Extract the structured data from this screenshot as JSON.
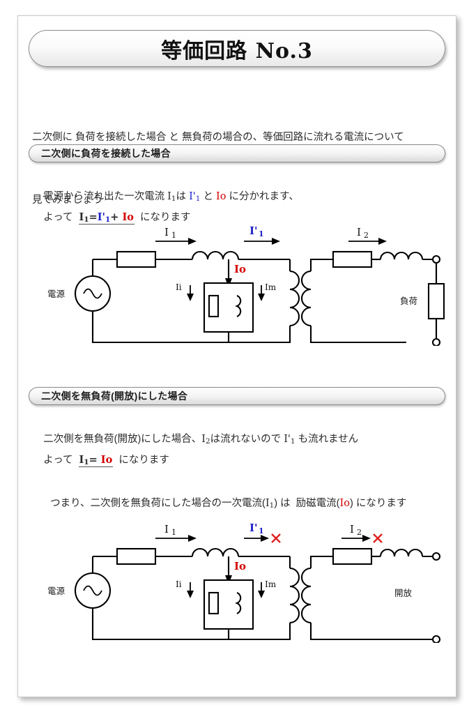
{
  "page": {
    "title": "等価回路 No.3",
    "intro_line1": "二次側に 負荷を接続した場合 と 無負荷の場合の、等価回路に流れる電流について",
    "intro_line2": "見てみましょう"
  },
  "section1": {
    "heading": "二次側に負荷を接続した場合",
    "line1_pre": "電源から流れ出た一次電流 ",
    "line1_i1": "I",
    "line1_i1_sub": "1",
    "line1_mid1": "は ",
    "line1_ip1": "I'",
    "line1_ip1_sub": "1",
    "line1_mid2": " と ",
    "line1_io": "Io",
    "line1_post": " に分かれます、",
    "line2_pre": "よって  ",
    "eq_i1": "I",
    "eq_i1_sub": "1",
    "eq_equals": "=",
    "eq_ip1": "I'",
    "eq_ip1_sub": "1",
    "eq_plus": "+ ",
    "eq_io": "Io",
    "line2_post": "  になります"
  },
  "section2": {
    "heading": "二次側を無負荷(開放)にした場合",
    "line1_pre": "二次側を無負荷(開放)にした場合、",
    "line1_i2": "I",
    "line1_i2_sub": "2",
    "line1_mid": "は流れないので ",
    "line1_ip1": "I'",
    "line1_ip1_sub": "1",
    "line1_post": " も流れません",
    "line2_pre": "よって  ",
    "eq_i1": "I",
    "eq_i1_sub": "1",
    "eq_equals": "= ",
    "eq_io": "Io",
    "line2_post": "  になります",
    "line3_pre": "つまり、二次側を無負荷にした場合の一次電流(",
    "line3_i1": "I",
    "line3_i1_sub": "1",
    "line3_mid": ") は  励磁電流(",
    "line3_io": "Io",
    "line3_post": ") になります"
  },
  "circuit1": {
    "source_label": "電源",
    "i1_label": "I",
    "i1_sub": "1",
    "ip1_label": "I'",
    "ip1_sub": "1",
    "io_label": "Io",
    "ii_label": "Ii",
    "im_label": "Im",
    "i2_label": "I",
    "i2_sub": "2",
    "load_label": "負荷",
    "has_load": true,
    "x_marks": false
  },
  "circuit2": {
    "source_label": "電源",
    "i1_label": "I",
    "i1_sub": "1",
    "ip1_label": "I'",
    "ip1_sub": "1",
    "io_label": "Io",
    "ii_label": "Ii",
    "im_label": "Im",
    "i2_label": "I",
    "i2_sub": "2",
    "open_label": "開放",
    "has_load": false,
    "x_marks": true
  },
  "colors": {
    "blue": "#1e22c8",
    "red": "#d40000",
    "wire": "#000000",
    "text": "#2b2b2b",
    "pill_border": "#8a8a8a"
  }
}
